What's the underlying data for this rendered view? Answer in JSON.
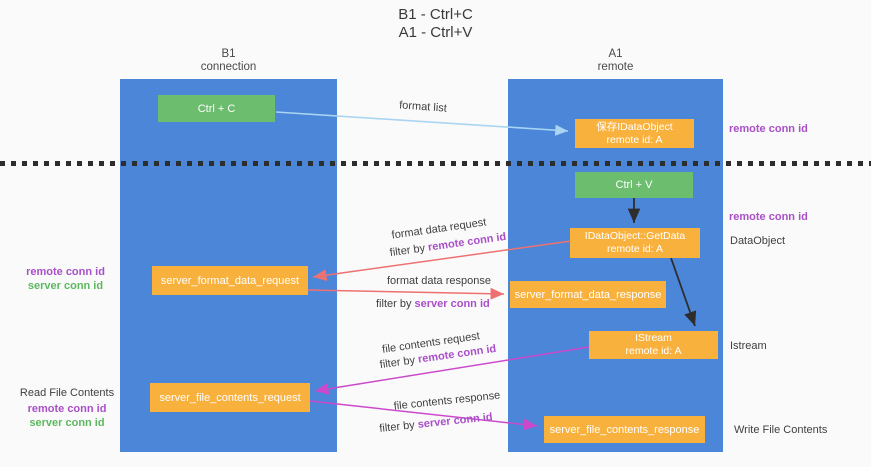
{
  "title": {
    "line1": "B1 - Ctrl+C",
    "line2": "A1 - Ctrl+V"
  },
  "lanes": {
    "left": {
      "name": "B1",
      "role": "connection"
    },
    "right": {
      "name": "A1",
      "role": "remote"
    }
  },
  "nodes": {
    "ctrl_c": {
      "label": "Ctrl + C"
    },
    "ctrl_v": {
      "label": "Ctrl + V"
    },
    "save_dataobject": {
      "line1": "保存IDataObject",
      "line2": "remote id: A"
    },
    "getdata": {
      "line1": "IDataObject::GetData",
      "line2": "remote id: A"
    },
    "istream": {
      "line1": "IStream",
      "line2": "remote id: A"
    },
    "format_request": {
      "label": "server_format_data_request"
    },
    "format_response": {
      "label": "server_format_data_response"
    },
    "file_request": {
      "label": "server_file_contents_request"
    },
    "file_response": {
      "label": "server_file_contents_response"
    }
  },
  "edge_labels": {
    "format_list": "format list",
    "format_data_request": "format data request",
    "format_data_response": "format data response",
    "file_contents_request": "file contents request",
    "file_contents_response": "file contents response",
    "filter_by": "filter by"
  },
  "side_labels": {
    "remote_conn_id": "remote conn id",
    "server_conn_id": "server conn id",
    "dataobject": "DataObject",
    "istream": "Istream",
    "read_file_contents": "Read File Contents",
    "write_file_contents": "Write File Contents"
  },
  "colors": {
    "lane_blue": "#4b86d8",
    "node_orange": "#f9b13e",
    "node_green": "#6cbd6e",
    "purple": "#a94fc9",
    "green_text": "#5cb860",
    "salmon": "#ed7171",
    "magenta": "#cc49cc",
    "light_blue": "#a9d5f2",
    "black": "#2d2d2d"
  }
}
